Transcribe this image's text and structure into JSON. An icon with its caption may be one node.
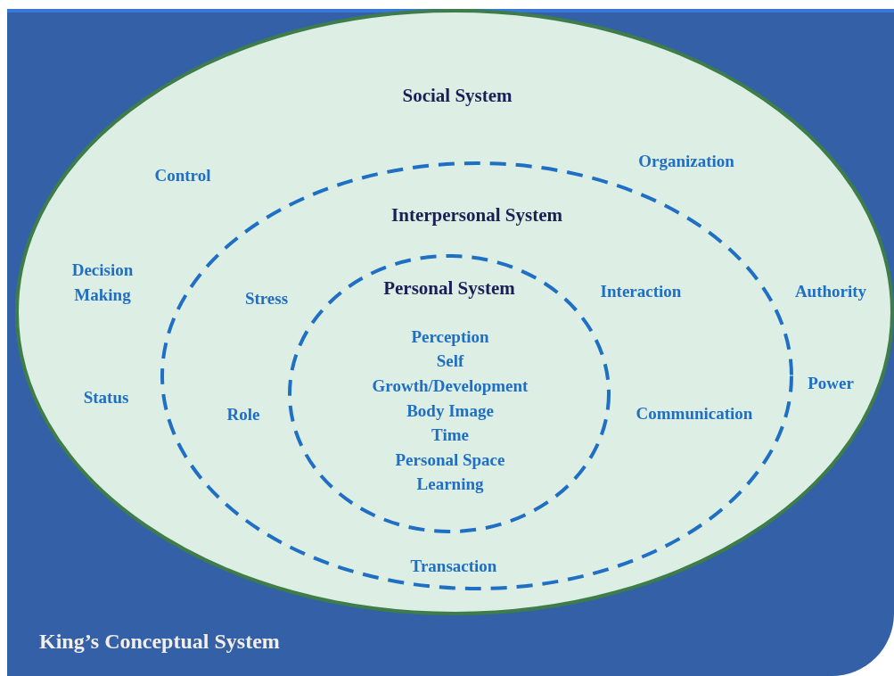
{
  "diagram": {
    "title": "King’s Conceptual System",
    "nodes": [
      {
        "text": [
          "Social System",
          "Control",
          "Organization",
          "Decision Making",
          "Authority",
          "Status",
          "Power"
        ]
      },
      {
        "text": [
          "Interpersonal System",
          "Stress",
          "Interaction",
          "Role",
          "Communication",
          "Transaction"
        ],
        "in": 0
      },
      {
        "text": [
          "Personal System",
          "Perception",
          "Self",
          "Growth/Development",
          "Body Image",
          "Time",
          "Personal Space",
          "Learning"
        ],
        "in": 1
      }
    ],
    "edges": []
  }
}
